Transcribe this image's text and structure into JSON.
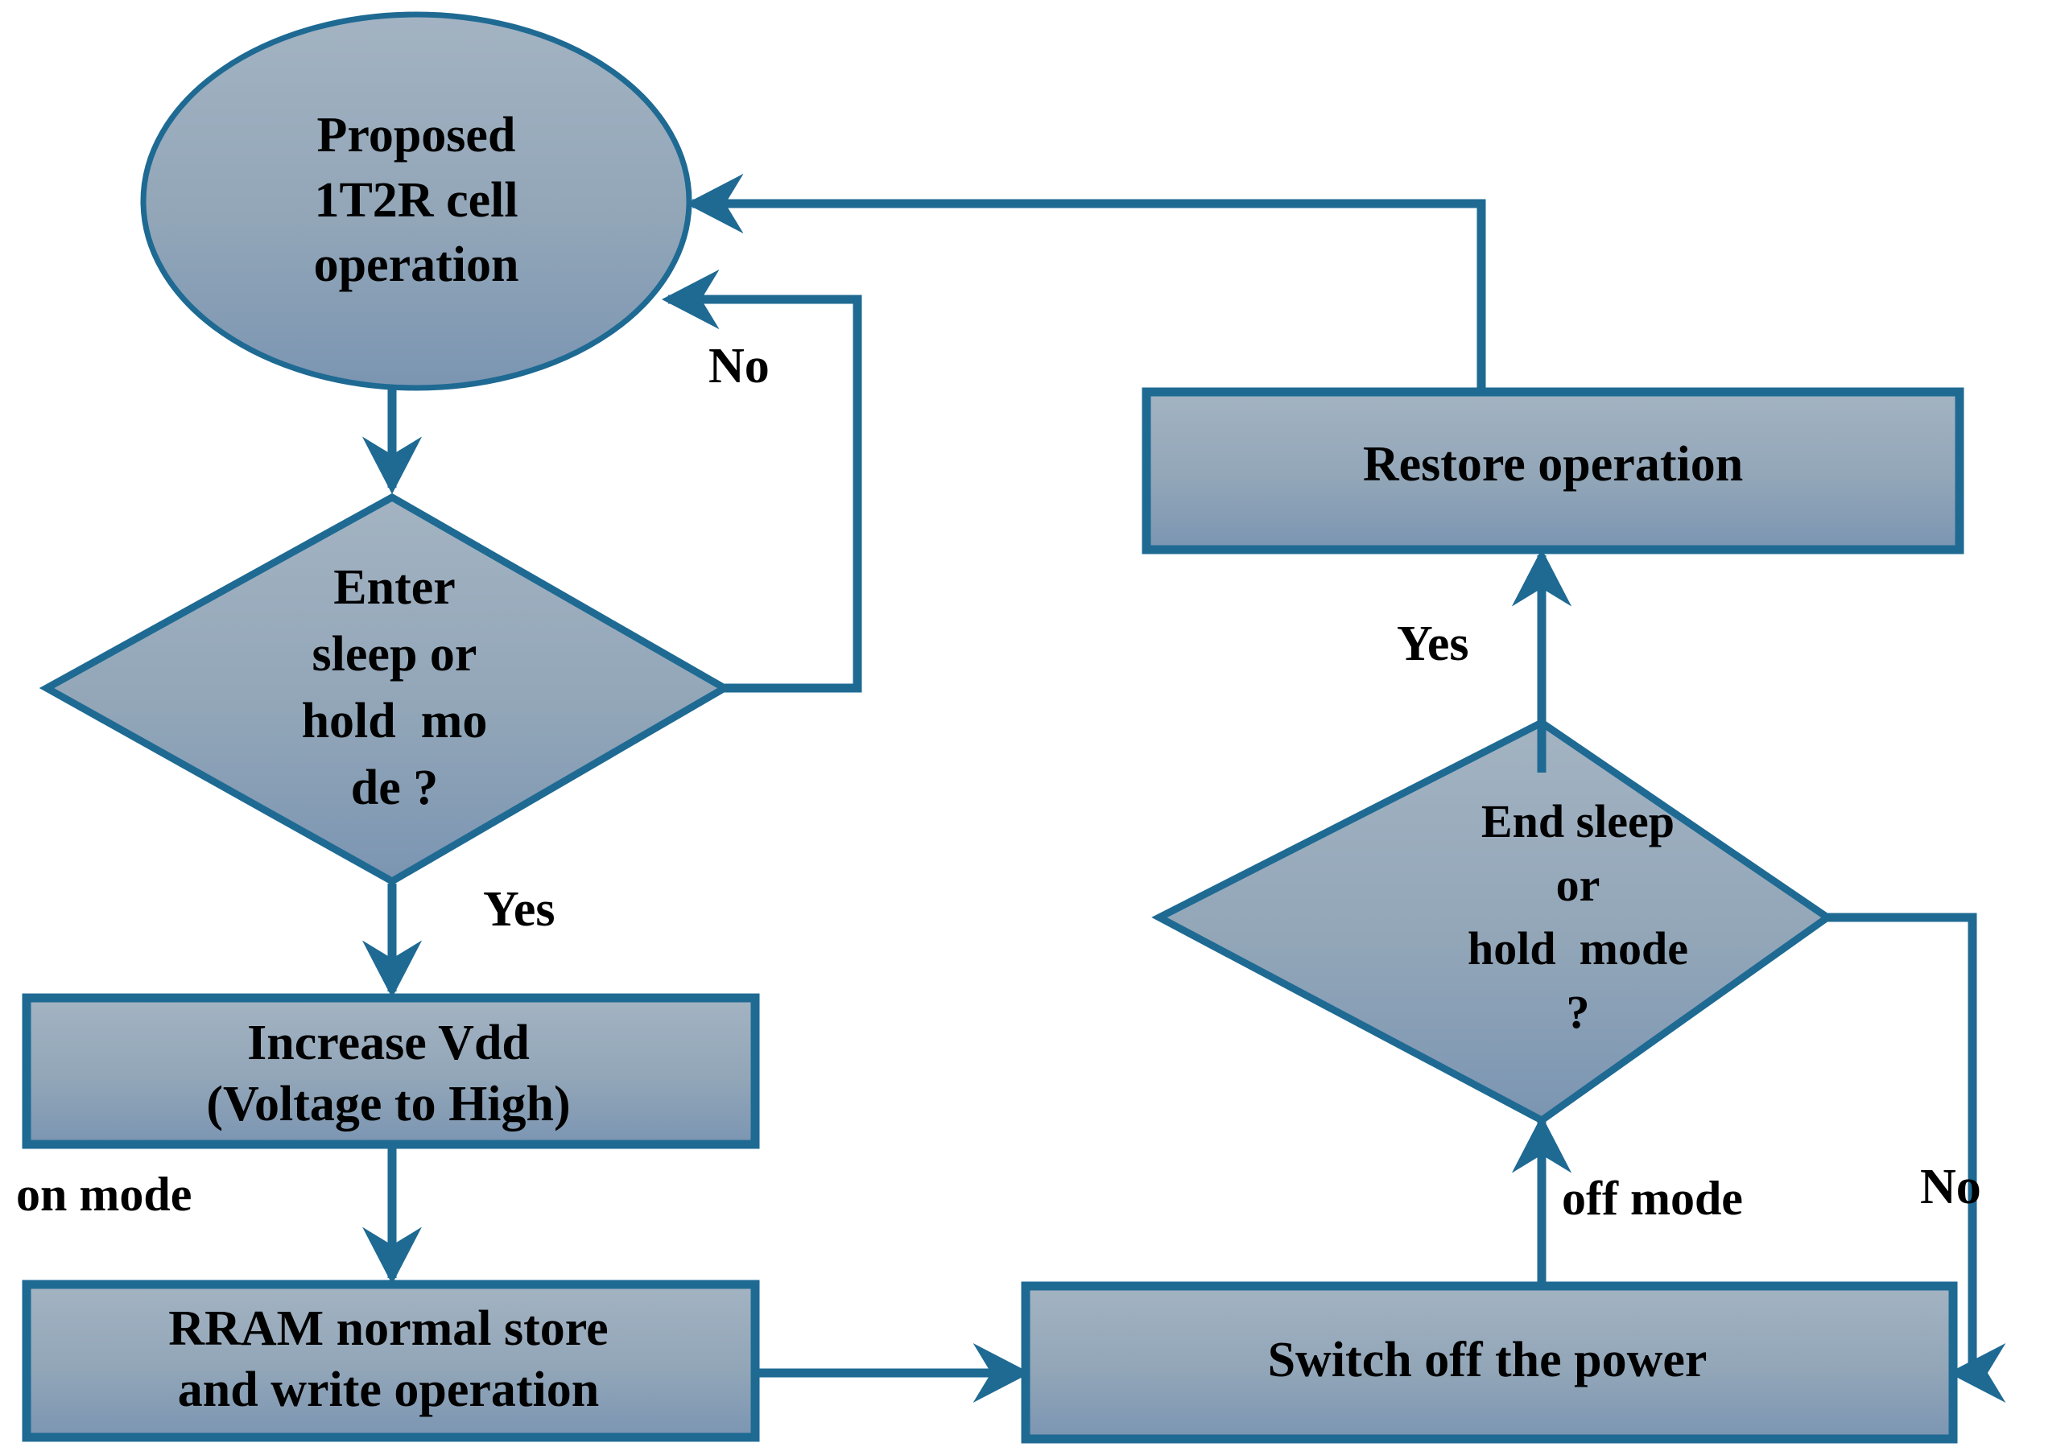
{
  "diagram": {
    "title": "Proposed 1T2R cell operation flowchart",
    "colors": {
      "shape_fill_top": "#9FB0C0",
      "shape_fill_bottom": "#7B95B2",
      "shape_stroke": "#1E6A93",
      "connector": "#1E6A93",
      "text": "#000000",
      "background": "#FFFFFF"
    },
    "nodes": {
      "start": {
        "shape": "ellipse",
        "lines": [
          "Proposed",
          "1T2R cell",
          "operation"
        ]
      },
      "decision_enter": {
        "shape": "diamond",
        "lines": [
          "Enter",
          "sleep or",
          "hold  mo",
          "de ?"
        ]
      },
      "increase_vdd": {
        "shape": "rectangle",
        "lines": [
          "Increase Vdd",
          "(Voltage to High)"
        ]
      },
      "rram_store": {
        "shape": "rectangle",
        "lines": [
          "RRAM normal store",
          "and write operation"
        ]
      },
      "switch_off": {
        "shape": "rectangle",
        "lines": [
          "Switch off the power"
        ]
      },
      "decision_end": {
        "shape": "diamond",
        "lines": [
          "End sleep",
          "or",
          "hold  mode",
          "?"
        ]
      },
      "restore": {
        "shape": "rectangle",
        "lines": [
          "Restore operation"
        ]
      }
    },
    "edge_labels": {
      "no_enter": "No",
      "yes_enter": "Yes",
      "on_mode": "on mode",
      "off_mode": "off mode",
      "yes_end": "Yes",
      "no_end": "No"
    }
  }
}
